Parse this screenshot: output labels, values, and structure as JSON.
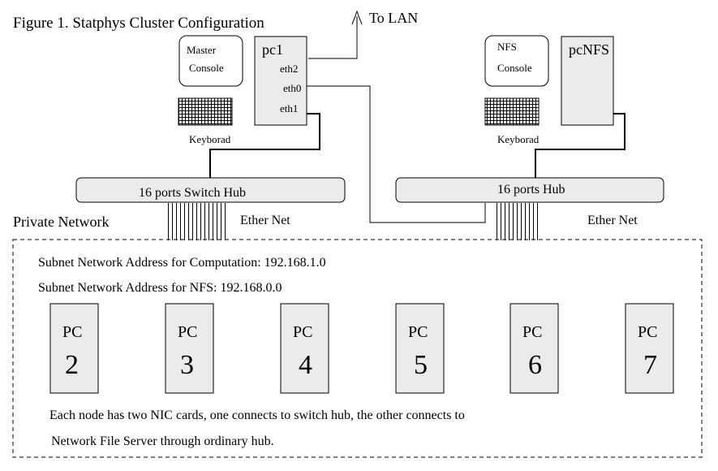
{
  "title": "Figure 1. Statphys Cluster Configuration",
  "lan_label": "To LAN",
  "master": {
    "console_line1": "Master",
    "console_line2": "Console",
    "host": "pc1",
    "ports": [
      "eth2",
      "eth0",
      "eth1"
    ],
    "keyboard": "Keyborad"
  },
  "nfs": {
    "console_line1": "NFS",
    "console_line2": "Console",
    "host": "pcNFS",
    "keyboard": "Keyborad"
  },
  "switch_hub": "16 ports Switch Hub",
  "hub": "16 ports Hub",
  "ethernet_left": "Ether Net",
  "ethernet_right": "Ether Net",
  "private_network": "Private Network",
  "subnet_computation": "Subnet Network Address for Computation: 192.168.1.0",
  "subnet_nfs": "Subnet Network Address for NFS: 192.168.0.0",
  "nodes": [
    {
      "label": "PC",
      "number": "2"
    },
    {
      "label": "PC",
      "number": "3"
    },
    {
      "label": "PC",
      "number": "4"
    },
    {
      "label": "PC",
      "number": "5"
    },
    {
      "label": "PC",
      "number": "6"
    },
    {
      "label": "PC",
      "number": "7"
    }
  ],
  "note_line1": "Each node has two NIC cards, one connects to switch hub, the other connects to",
  "note_line2": "Network File Server through ordinary hub."
}
